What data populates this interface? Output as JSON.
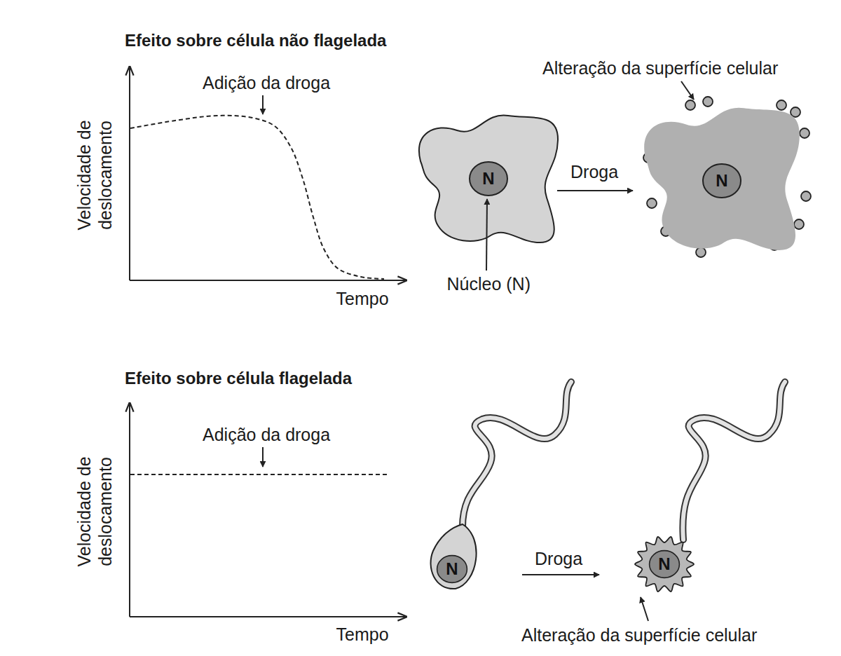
{
  "diagram": {
    "nodes": [
      {
        "text": [
          "N"
        ]
      },
      {
        "text": [
          "N"
        ]
      },
      {
        "text": [
          "N"
        ]
      },
      {
        "text": [
          "N"
        ]
      }
    ],
    "labels": [
      "Efeito sobre célula não flagelada",
      "Adição da droga",
      "Alteração da superfície celular",
      "Velocidade de deslocamento",
      "Droga",
      "Tempo",
      "Núcleo (N)",
      "Efeito sobre célula flagelada",
      "Velocidade de deslocamento",
      "Adição da droga",
      "Droga",
      "Tempo",
      "Alteração da superfície celular"
    ]
  }
}
